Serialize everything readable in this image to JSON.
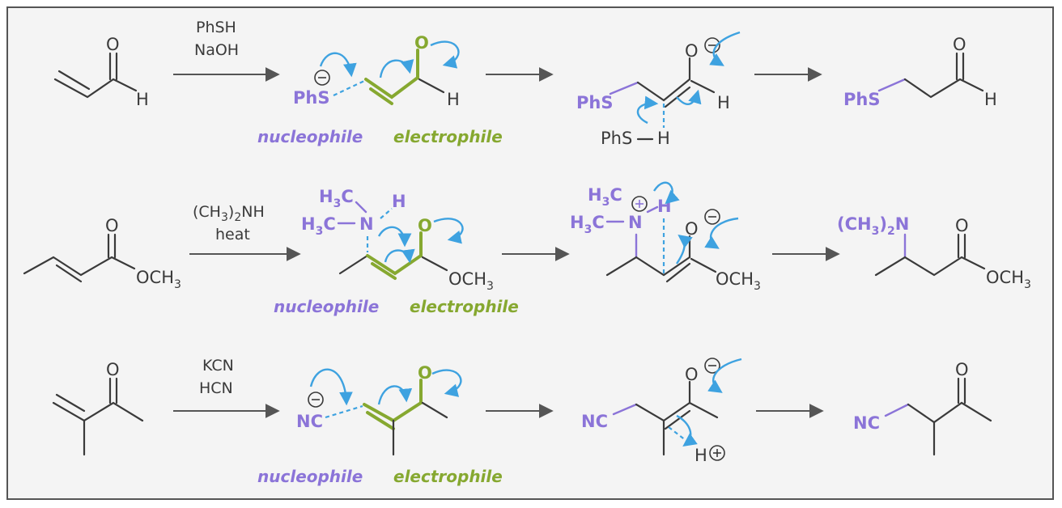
{
  "rows": [
    {
      "reagents": [
        "PhSH",
        "NaOH"
      ],
      "nucleophile_label": "nucleophile",
      "electrophile_label": "electrophile",
      "nucleophile_group": "PhS",
      "proton_source": "PhS",
      "proton_h": "H"
    },
    {
      "reagents": [
        "(CH3)2NH",
        "heat"
      ],
      "nucleophile_label": "nucleophile",
      "electrophile_label": "electrophile",
      "amine_group": "(CH3)2N"
    },
    {
      "reagents": [
        "KCN",
        "HCN"
      ],
      "nucleophile_label": "nucleophile",
      "electrophile_label": "electrophile",
      "nucleophile_group": "NC",
      "proton": "H"
    }
  ],
  "atoms": {
    "oxygen": "O",
    "hydrogen": "H",
    "nitrogen": "N",
    "methoxy": "OCH",
    "methyl": "H",
    "methyl_c": "C"
  },
  "colors": {
    "nucleophile": "#8b74d8",
    "electrophile": "#86a830",
    "arrow": "#3ea2e0",
    "bond": "#3a3a3a"
  },
  "icons": [
    "reaction-arrow",
    "curly-arrow",
    "negative-charge",
    "positive-charge"
  ]
}
